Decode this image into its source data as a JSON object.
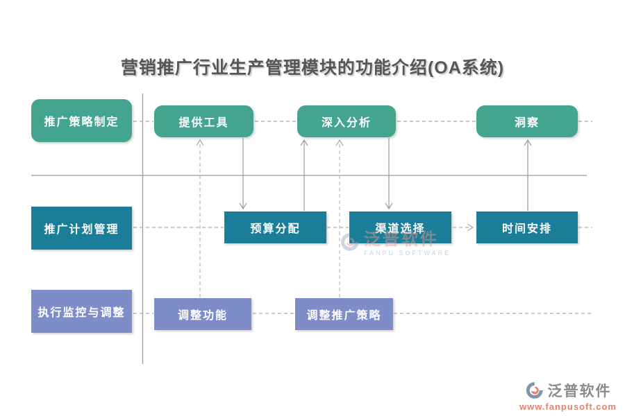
{
  "title": "营销推广行业生产管理模块的功能介绍(OA系统)",
  "colors": {
    "lane1_green": "#43a58f",
    "lane2_teal": "#1b7e98",
    "lane3_purple": "#7e8cc8",
    "title_text": "#585557",
    "solid_line": "#9b9b9b",
    "dashed_line": "#b3b3b3",
    "watermark_url": "#e4836b"
  },
  "lanes": [
    {
      "label": "推广策略制定",
      "boxes": [
        {
          "label": "提供工具"
        },
        {
          "label": "深入分析"
        },
        {
          "label": "洞察"
        }
      ]
    },
    {
      "label": "推广计划管理",
      "boxes": [
        {
          "label": "预算分配"
        },
        {
          "label": "渠道选择"
        },
        {
          "label": "时间安排"
        }
      ]
    },
    {
      "label": "执行监控与调整",
      "boxes": [
        {
          "label": "调整功能"
        },
        {
          "label": "调整推广策略"
        }
      ]
    }
  ],
  "watermark_center": {
    "name": "泛普软件",
    "subtitle": "FANPU SOFTWARE"
  },
  "watermark_footer": {
    "name": "泛普软件",
    "url": "www.fanpusoft.com"
  }
}
